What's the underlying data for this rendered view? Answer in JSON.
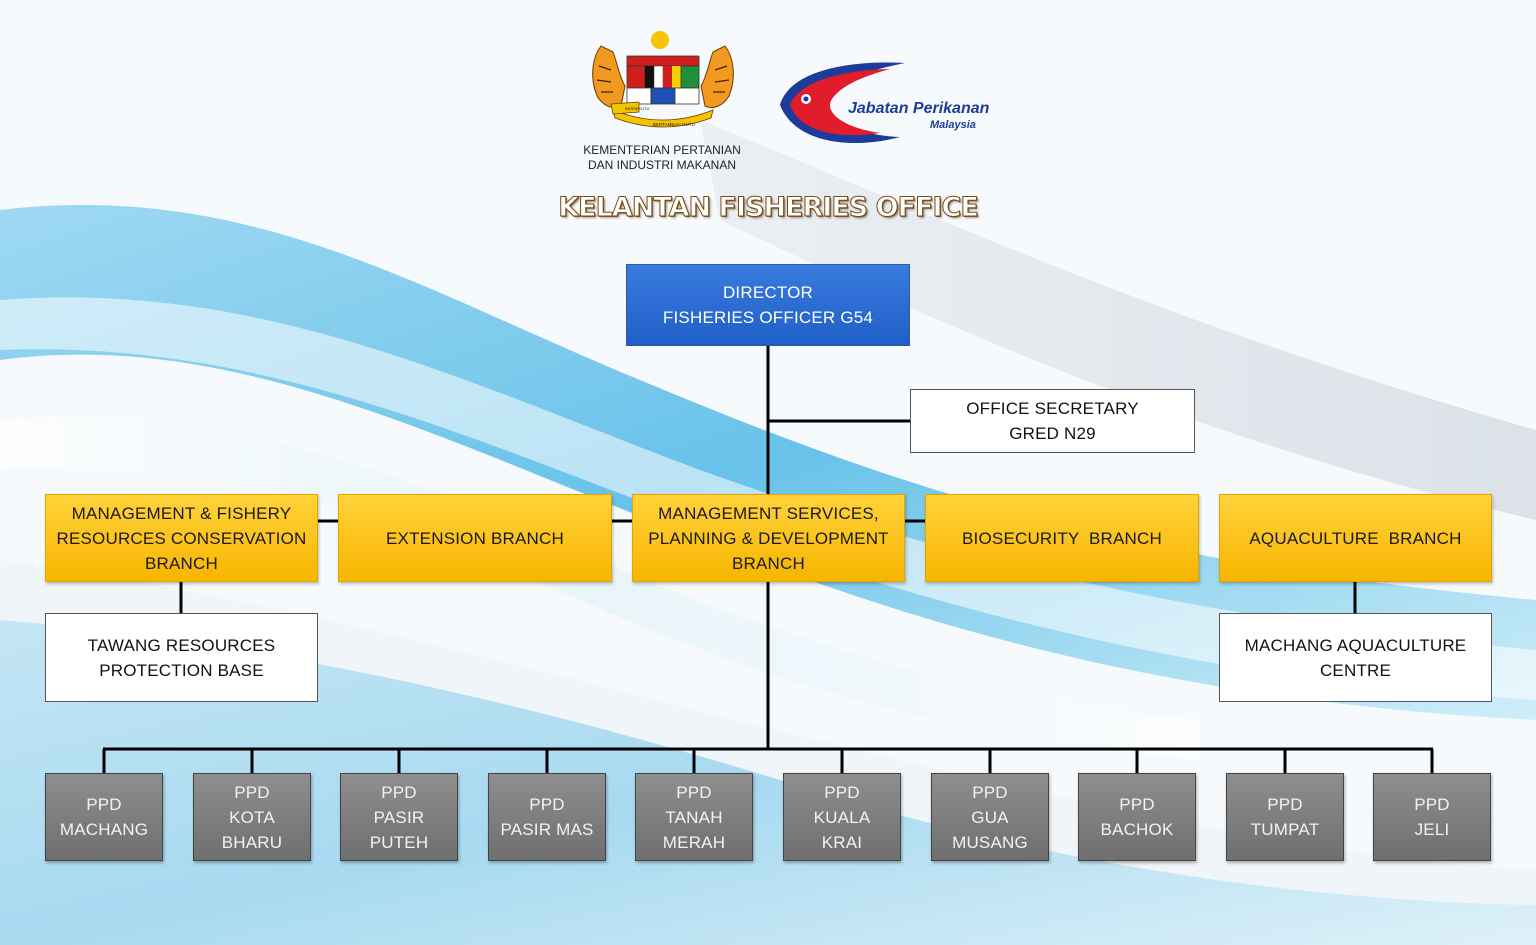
{
  "header": {
    "ministry_lines": [
      "KEMENTERIAN PERTANIAN",
      "DAN INDUSTRI MAKANAN"
    ],
    "crest_motto_lines": [
      "BERSEKUTU",
      "BERTAMBAH MUTU"
    ],
    "agency_logo_text": "Jabatan Perikanan",
    "agency_logo_subtext": "Malaysia",
    "title": "KELANTAN FISHERIES OFFICE"
  },
  "director": {
    "lines": [
      "DIRECTOR",
      "FISHERIES OFFICER G54"
    ]
  },
  "secretary": {
    "lines": [
      "OFFICE SECRETARY",
      "GRED N29"
    ]
  },
  "branches": [
    {
      "id": "management-fishery",
      "lines": [
        "MANAGEMENT & FISHERY",
        "RESOURCES CONSERVATION",
        "BRANCH"
      ]
    },
    {
      "id": "extension",
      "lines": [
        "EXTENSION BRANCH"
      ]
    },
    {
      "id": "management-services",
      "lines": [
        "MANAGEMENT SERVICES,",
        "PLANNING & DEVELOPMENT",
        "BRANCH"
      ]
    },
    {
      "id": "biosecurity",
      "lines": [
        "BIOSECURITY  BRANCH"
      ]
    },
    {
      "id": "aquaculture",
      "lines": [
        "AQUACULTURE  BRANCH"
      ]
    }
  ],
  "sub_units": [
    {
      "id": "tawang",
      "lines": [
        "TAWANG RESOURCES",
        "PROTECTION BASE"
      ]
    },
    {
      "id": "machang-aquaculture",
      "lines": [
        "MACHANG AQUACULTURE",
        "CENTRE"
      ]
    }
  ],
  "ppd_offices": [
    {
      "lines": [
        "PPD",
        "MACHANG"
      ]
    },
    {
      "lines": [
        "PPD",
        "KOTA",
        "BHARU"
      ]
    },
    {
      "lines": [
        "PPD",
        "PASIR",
        "PUTEH"
      ]
    },
    {
      "lines": [
        "PPD",
        "PASIR MAS"
      ]
    },
    {
      "lines": [
        "PPD",
        "TANAH",
        "MERAH"
      ]
    },
    {
      "lines": [
        "PPD",
        "KUALA",
        "KRAI"
      ]
    },
    {
      "lines": [
        "PPD",
        "GUA",
        "MUSANG"
      ]
    },
    {
      "lines": [
        "PPD",
        "BACHOK"
      ]
    },
    {
      "lines": [
        "PPD",
        "TUMPAT"
      ]
    },
    {
      "lines": [
        "PPD",
        "JELI"
      ]
    }
  ],
  "colors": {
    "director": "#2a6ad6",
    "branch": "#f9c01a",
    "ppd": "#7f7f7f",
    "connector": "#000000",
    "title_outline": "#7a4a12"
  }
}
